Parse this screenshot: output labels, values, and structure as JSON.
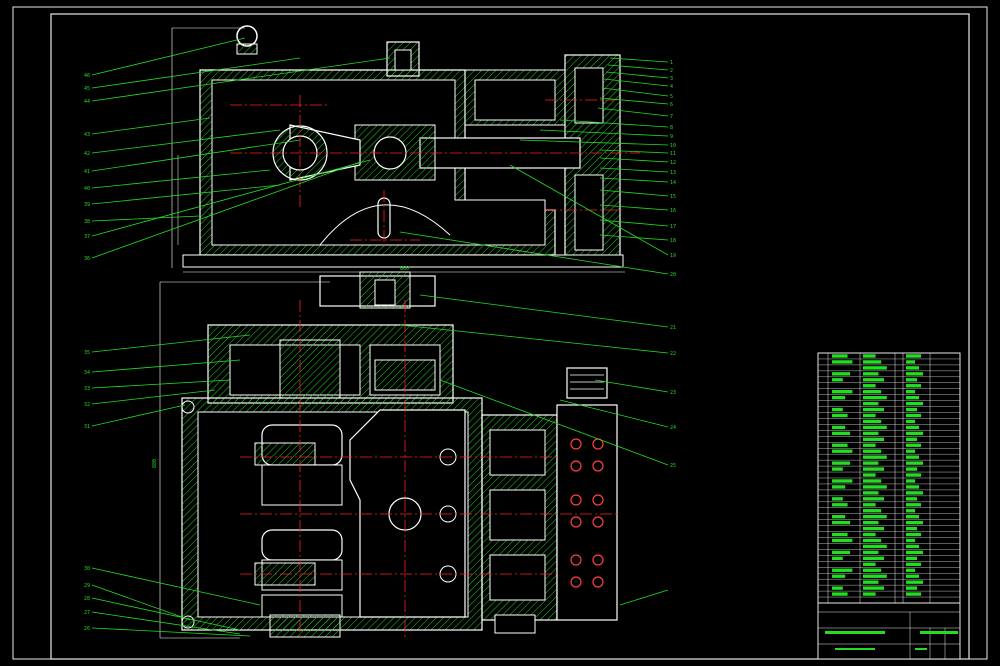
{
  "drawing": {
    "palette": {
      "background": "#000000",
      "frame": "#e8e8e8",
      "outline": "#ffffff",
      "leader": "#22dd22",
      "hatch": "#22cc22",
      "centerline": "#ff2020",
      "title_text": "#e0e0e0"
    },
    "left_callouts": [
      "46",
      "45",
      "44",
      "43",
      "42",
      "41",
      "40",
      "39",
      "38",
      "37",
      "36",
      "35",
      "34",
      "33",
      "32",
      "31",
      "30",
      "29",
      "28",
      "27",
      "26"
    ],
    "right_callouts": [
      "1",
      "2",
      "3",
      "4",
      "5",
      "6",
      "7",
      "8",
      "9",
      "10",
      "11",
      "12",
      "13",
      "14",
      "15",
      "16",
      "17",
      "18",
      "19",
      "20",
      "21",
      "22",
      "23",
      "24",
      "25"
    ],
    "top_dimension": "800",
    "left_dimension": "880"
  }
}
